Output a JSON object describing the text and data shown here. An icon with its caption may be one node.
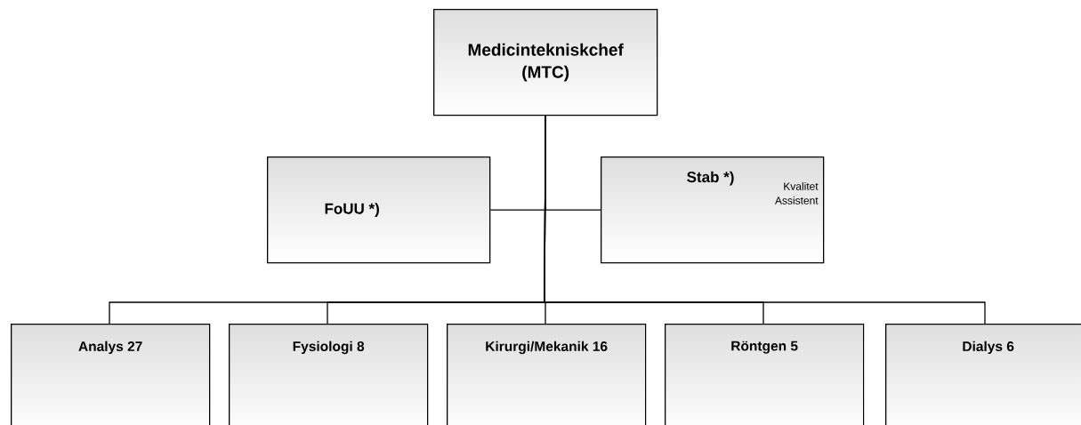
{
  "diagram": {
    "nodes": [
      {
        "text": [
          "Medicintekniskchef (MTC)"
        ]
      },
      {
        "text": [
          "FoUU *)"
        ]
      },
      {
        "text": [
          "Stab *)",
          "Kvalitet Assistent"
        ]
      },
      {
        "text": [
          "Analys 27"
        ]
      },
      {
        "text": [
          "Fysiologi 8"
        ]
      },
      {
        "text": [
          "Kirurgi/Mekanik 16"
        ]
      },
      {
        "text": [
          "Röntgen 5"
        ]
      },
      {
        "text": [
          "Dialys 6"
        ]
      }
    ],
    "edges": [
      {
        "from": 0,
        "to": 1,
        "arrow": "none"
      },
      {
        "from": 0,
        "to": 2,
        "arrow": "none"
      },
      {
        "from": 0,
        "to": 3,
        "arrow": "none"
      },
      {
        "from": 0,
        "to": 4,
        "arrow": "none"
      },
      {
        "from": 0,
        "to": 5,
        "arrow": "none"
      },
      {
        "from": 0,
        "to": 6,
        "arrow": "none"
      },
      {
        "from": 0,
        "to": 7,
        "arrow": "none"
      }
    ]
  }
}
